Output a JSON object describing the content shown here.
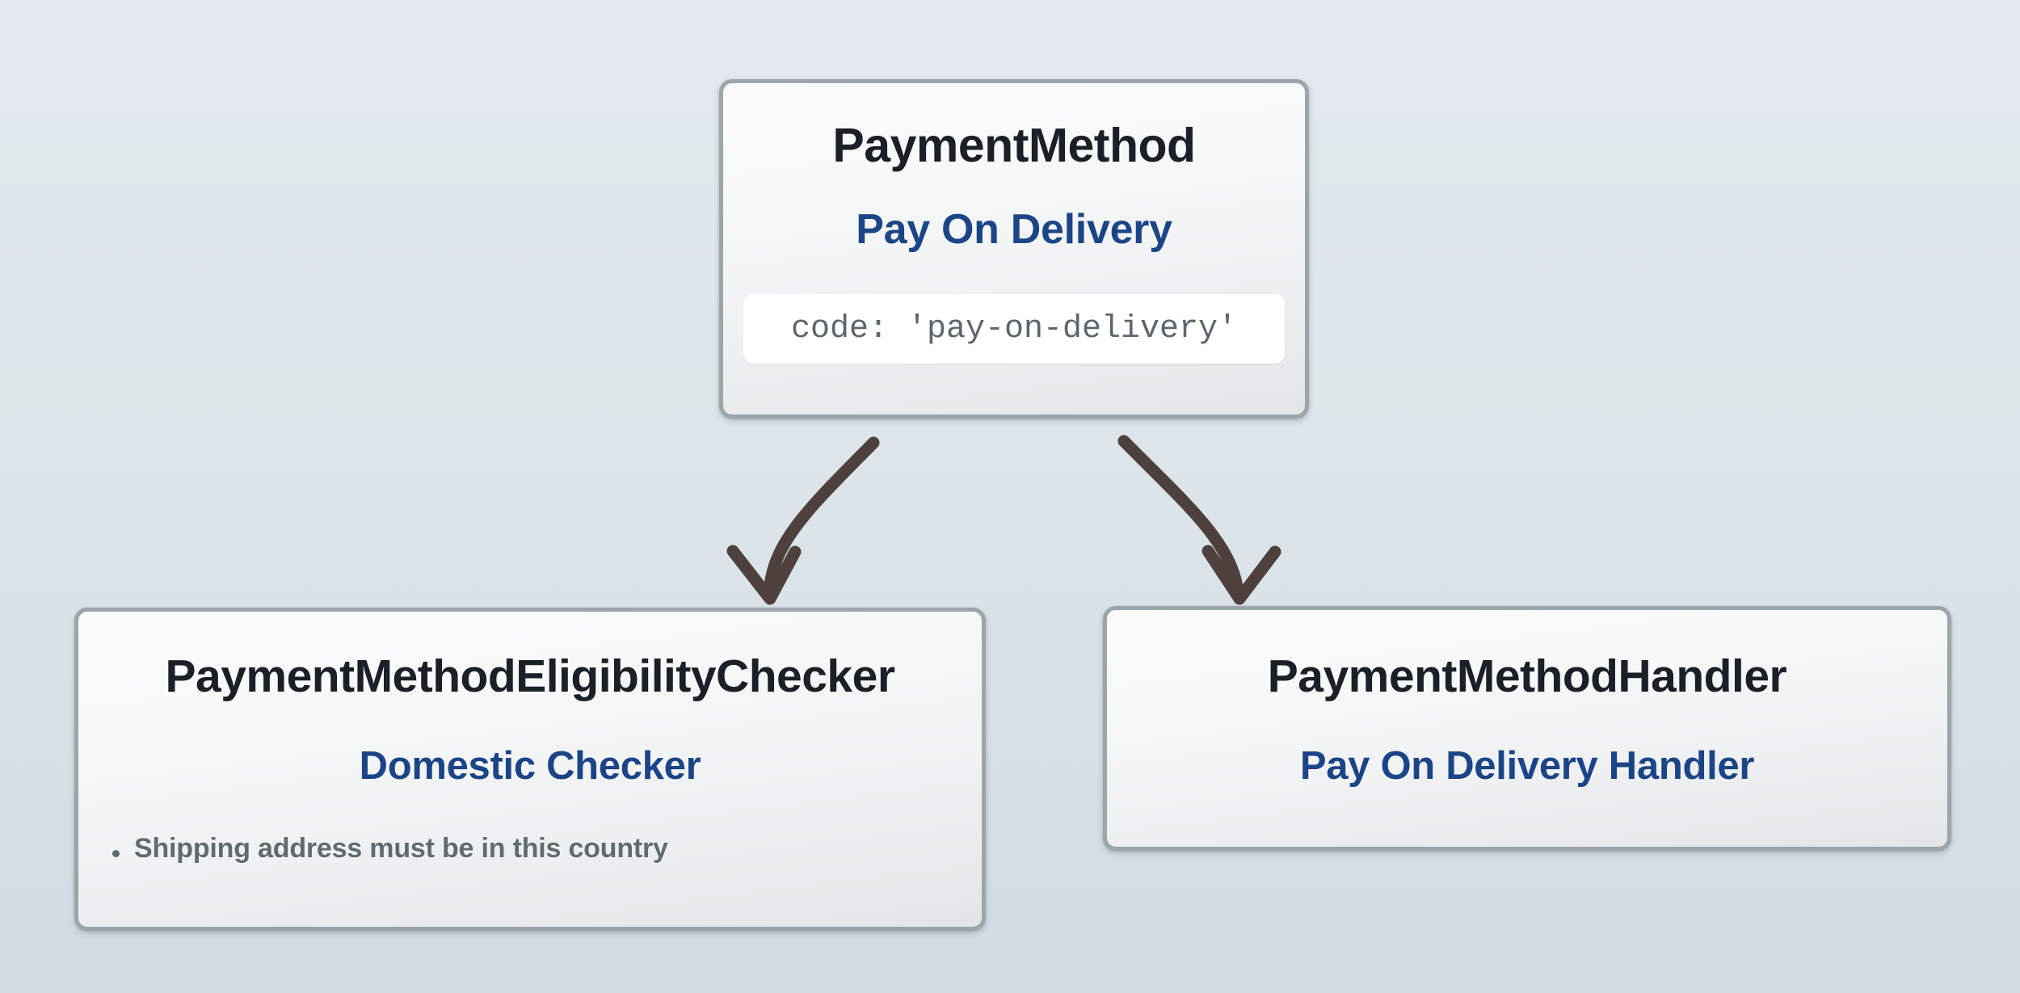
{
  "diagram": {
    "type": "entity-relationship-tree",
    "background_gradient_from": "#e3e9ee",
    "background_gradient_to": "#cfdae2",
    "accent_blue": "#1c4587",
    "title_color": "#1b1f27",
    "muted_text_color": "#5f6b70",
    "card_border_color": "#9ba5aa",
    "arrow_color": "#4e403d"
  },
  "nodes": {
    "payment_method": {
      "type_label": "PaymentMethod",
      "name": "Pay On Delivery",
      "code_line": "code: 'pay-on-delivery'"
    },
    "eligibility_checker": {
      "type_label": "PaymentMethodEligibilityChecker",
      "name": "Domestic Checker",
      "rules": [
        "Shipping address must be in this country"
      ]
    },
    "handler": {
      "type_label": "PaymentMethodHandler",
      "name": "Pay On Delivery Handler"
    }
  },
  "edges": [
    {
      "id": "edge-to-eligibility-checker",
      "from": "payment_method",
      "to": "eligibility_checker",
      "style": "curved-arrow"
    },
    {
      "id": "edge-to-handler",
      "from": "payment_method",
      "to": "handler",
      "style": "curved-arrow"
    }
  ]
}
